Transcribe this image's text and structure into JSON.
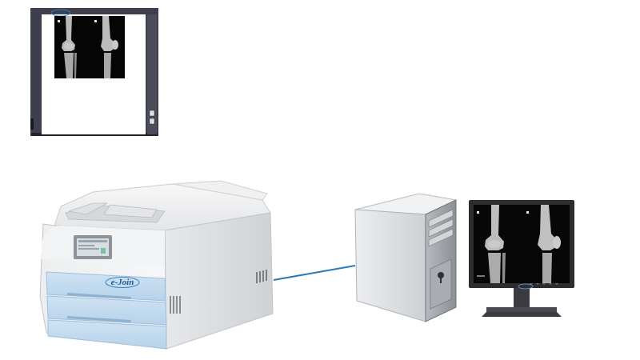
{
  "brand": {
    "logo_text": "e-Join"
  },
  "devices": {
    "film_viewer": {
      "icon": "xray-film-viewer"
    },
    "printer": {
      "icon": "dry-film-printer"
    },
    "workstation": {
      "icon": "desktop-tower"
    },
    "monitor": {
      "icon": "medical-display"
    }
  },
  "colors": {
    "connection_cable": "#2a7ab8",
    "accent_blue": "#b9d6ec"
  }
}
